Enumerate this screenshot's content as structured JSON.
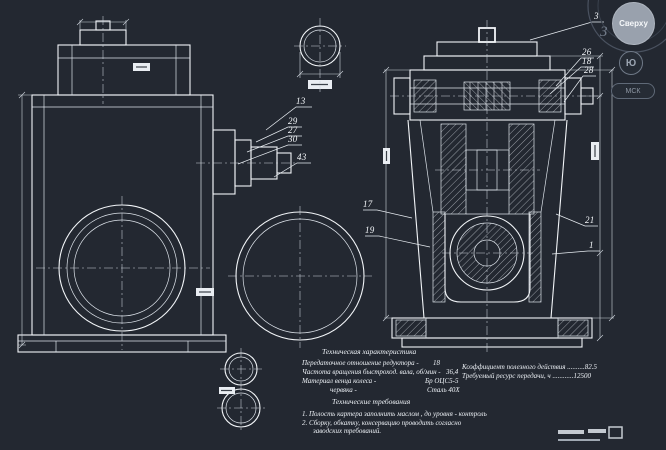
{
  "colors": {
    "background": "#232831",
    "line": "#f2f5f8",
    "thin_line": "#dfe5ec",
    "centerline": "#cdd4dc",
    "nav_gray": "#99a1ad"
  },
  "nav_cube": {
    "top": "Сверху",
    "south": "Ю",
    "west": "З",
    "csys": "МСК"
  },
  "callouts": {
    "c13": "13",
    "c29": "29",
    "c27": "27",
    "c30": "30",
    "c43": "43",
    "c3": "3",
    "c26": "26",
    "c18": "18",
    "c28": "28",
    "c17": "17",
    "c19": "19",
    "c21": "21",
    "c1": "1"
  },
  "tech_chars": {
    "title": "Техническая характеристика",
    "rows": [
      {
        "label": "Передаточное отношение редуктора -",
        "value": "18"
      },
      {
        "label": "Частота вращения быстроход. вала, об/мин -",
        "value": "36,4"
      },
      {
        "label": "Материал венца колеса -",
        "value": "Бр ОЦС5-5"
      },
      {
        "label": "червяка -",
        "value": "Сталь 40Х"
      }
    ],
    "extra_rows": [
      "Коэффициент полезного действия ..........82.5",
      "Требуемый ресурс передачи, ч ............12500"
    ]
  },
  "tech_reqs": {
    "title": "Технические требования",
    "lines": [
      "1. Полость картера заполнить маслом , до уровня - контроль",
      "2. Сборку, обкатку, консервацию проводить согласно",
      "заводских требований."
    ]
  }
}
